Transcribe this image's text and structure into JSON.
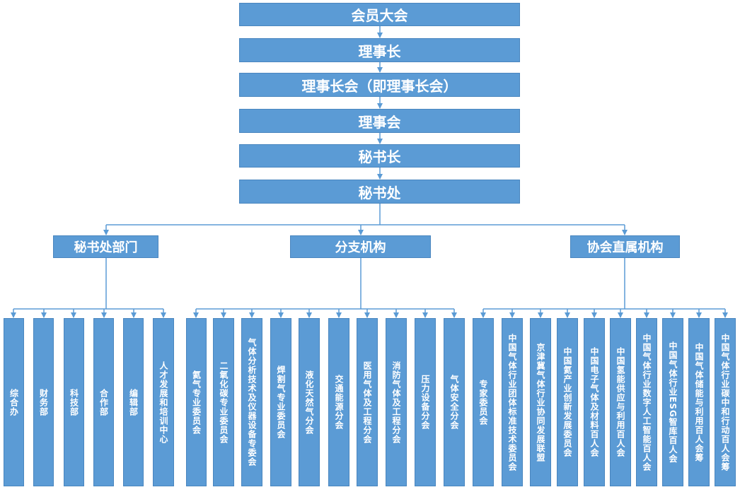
{
  "top_chain": [
    "会员大会",
    "理事长",
    "理事长会（即理事长会）",
    "理事会",
    "秘书长",
    "秘书处"
  ],
  "groups": [
    {
      "label": "秘书处部门",
      "items": [
        "综合办",
        "财务部",
        "科技部",
        "合作部",
        "编辑部",
        "人才发展和培训中心"
      ]
    },
    {
      "label": "分支机构",
      "items": [
        "氦气专业委员会",
        "二氧化碳专业委员会",
        "气体分析技术及仪器设备专委会",
        "焊割气专业委员会",
        "液化天然气分会",
        "交通能源分会",
        "医用气体及工程分会",
        "消防气体及工程分会",
        "压力设备分会",
        "气体安全分会"
      ]
    },
    {
      "label": "协会直属机构",
      "items": [
        "专家委员会",
        "中国气体行业团体标准技术委员会",
        "京津冀气体行业协同发展联盟",
        "中国氦产业创新发展委员会",
        "中国电子气体及材料百人会",
        "中国氢能供应与利用百人会",
        "中国气体行业数字人工智能百人会",
        "中国气体行业ESG智库百人会",
        "中国气体储能与利用百人会筹",
        "中国气体行业碳中和行动百人会筹"
      ]
    }
  ],
  "colors": {
    "box": "#5b9bd5",
    "box_border": "#4a86bf",
    "line": "#5b9bd5",
    "text": "#ffffff"
  }
}
